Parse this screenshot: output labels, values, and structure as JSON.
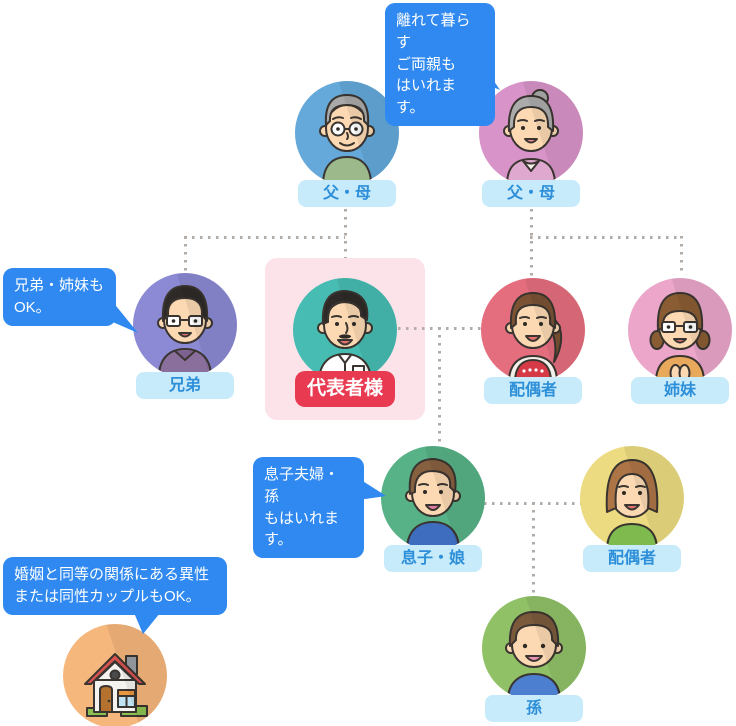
{
  "diagram": {
    "bubbles": {
      "parents": {
        "text": "離れて暮らす\nご両親も\nはいれます。"
      },
      "siblings": {
        "text": "兄弟・姉妹も\nOK。"
      },
      "children": {
        "text": "息子夫婦・孫\nもはいれます。"
      },
      "couple": {
        "text": "婚姻と同等の関係にある異性\nまたは同性カップルもOK。"
      }
    },
    "people": {
      "father": {
        "label": "父・母"
      },
      "mother": {
        "label": "父・母"
      },
      "brother": {
        "label": "兄弟"
      },
      "representative": {
        "label": "代表者様"
      },
      "spouse": {
        "label": "配偶者"
      },
      "sister": {
        "label": "姉妹"
      },
      "son": {
        "label": "息子・娘"
      },
      "son_spouse": {
        "label": "配偶者"
      },
      "grandson": {
        "label": "孫"
      }
    },
    "icons": {
      "house": "house-icon"
    },
    "colors": {
      "bubble_blue": "#2f89f0",
      "label_bg": "#c7ebfb",
      "label_text": "#2e8fd9",
      "badge_red": "#e83a50",
      "panel_pink": "#fce3ea",
      "connector_gray": "#b2aba6",
      "circle_father": "#64a9da",
      "circle_mother": "#d893c8",
      "circle_brother": "#8c8ad4",
      "circle_representative": "#47bcb3",
      "circle_spouse": "#e56e7e",
      "circle_sister": "#eba6c9",
      "circle_son": "#57b287",
      "circle_son_spouse": "#ecdb80",
      "circle_grandson": "#90c167",
      "circle_house": "#f6b77d"
    }
  }
}
